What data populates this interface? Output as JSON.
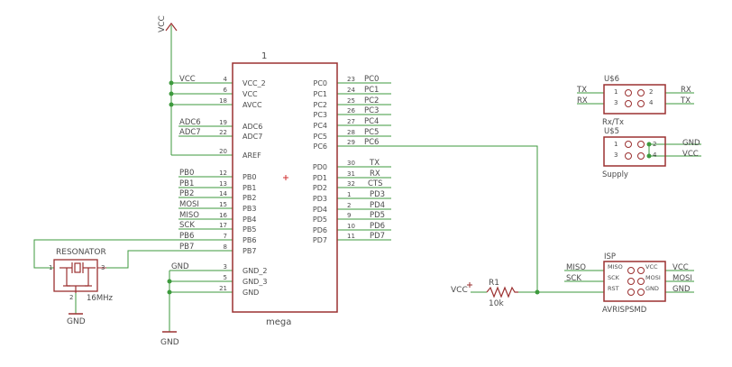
{
  "supply": {
    "vcc_top": "VCC",
    "vcc_r1": "VCC",
    "gnd_res": "GND",
    "gnd_main": "GND"
  },
  "mcu": {
    "ref": "1",
    "value": "mega",
    "left_pins": [
      {
        "net": "VCC",
        "pin": "4",
        "name": "VCC_2"
      },
      {
        "net": "",
        "pin": "6",
        "name": "VCC"
      },
      {
        "net": "",
        "pin": "18",
        "name": "AVCC"
      },
      {
        "net": "ADC6",
        "pin": "19",
        "name": "ADC6"
      },
      {
        "net": "ADC7",
        "pin": "22",
        "name": "ADC7"
      },
      {
        "net": "",
        "pin": "20",
        "name": "AREF"
      },
      {
        "net": "PB0",
        "pin": "12",
        "name": "PB0"
      },
      {
        "net": "PB1",
        "pin": "13",
        "name": "PB1"
      },
      {
        "net": "PB2",
        "pin": "14",
        "name": "PB2"
      },
      {
        "net": "MOSI",
        "pin": "15",
        "name": "PB3"
      },
      {
        "net": "MISO",
        "pin": "16",
        "name": "PB4"
      },
      {
        "net": "SCK",
        "pin": "17",
        "name": "PB5"
      },
      {
        "net": "PB6",
        "pin": "7",
        "name": "PB6"
      },
      {
        "net": "PB7",
        "pin": "8",
        "name": "PB7"
      },
      {
        "net": "GND",
        "pin": "3",
        "name": "GND_2"
      },
      {
        "net": "",
        "pin": "5",
        "name": "GND_3"
      },
      {
        "net": "",
        "pin": "21",
        "name": "GND"
      }
    ],
    "right_pins": [
      {
        "net": "PC0",
        "pin": "23",
        "name": "PC0"
      },
      {
        "net": "PC1",
        "pin": "24",
        "name": "PC1"
      },
      {
        "net": "PC2",
        "pin": "25",
        "name": "PC2"
      },
      {
        "net": "PC3",
        "pin": "26",
        "name": "PC3"
      },
      {
        "net": "PC4",
        "pin": "27",
        "name": "PC4"
      },
      {
        "net": "PC5",
        "pin": "28",
        "name": "PC5"
      },
      {
        "net": "PC6",
        "pin": "29",
        "name": "PC6"
      },
      {
        "net": "TX",
        "pin": "30",
        "name": "PD0"
      },
      {
        "net": "RX",
        "pin": "31",
        "name": "PD1"
      },
      {
        "net": "CTS",
        "pin": "32",
        "name": "PD2"
      },
      {
        "net": "PD3",
        "pin": "1",
        "name": "PD3"
      },
      {
        "net": "PD4",
        "pin": "2",
        "name": "PD4"
      },
      {
        "net": "PD5",
        "pin": "9",
        "name": "PD5"
      },
      {
        "net": "PD6",
        "pin": "10",
        "name": "PD6"
      },
      {
        "net": "PD7",
        "pin": "11",
        "name": "PD7"
      }
    ]
  },
  "resonator": {
    "label": "RESONATOR",
    "pin1": "1",
    "pin2": "2",
    "pin3": "3",
    "value": "16MHz"
  },
  "resistor": {
    "ref": "R1",
    "value": "10k"
  },
  "us6": {
    "ref": "U$6",
    "value": "Rx/Tx",
    "left_nets": [
      "TX",
      "RX"
    ],
    "right_nets": [
      "RX",
      "TX"
    ],
    "pins": [
      "1",
      "2",
      "3",
      "4"
    ]
  },
  "us5": {
    "ref": "U$5",
    "value": "Supply",
    "right_nets": [
      "GND",
      "VCC"
    ],
    "pins": [
      "1",
      "2",
      "3",
      "4"
    ]
  },
  "isp": {
    "ref": "ISP",
    "value": "AVRISPSMD",
    "left_nets": [
      "MISO",
      "SCK"
    ],
    "right_nets": [
      "VCC",
      "MOSI",
      "GND"
    ],
    "left_pins": [
      "MISO",
      "SCK",
      "RST"
    ],
    "right_pins": [
      "VCC",
      "MOSI",
      "GND"
    ]
  },
  "colors": {
    "wire": "#3d9a3d",
    "part": "#9b3030",
    "text": "#4a4a4a",
    "origin": "#d03030"
  }
}
